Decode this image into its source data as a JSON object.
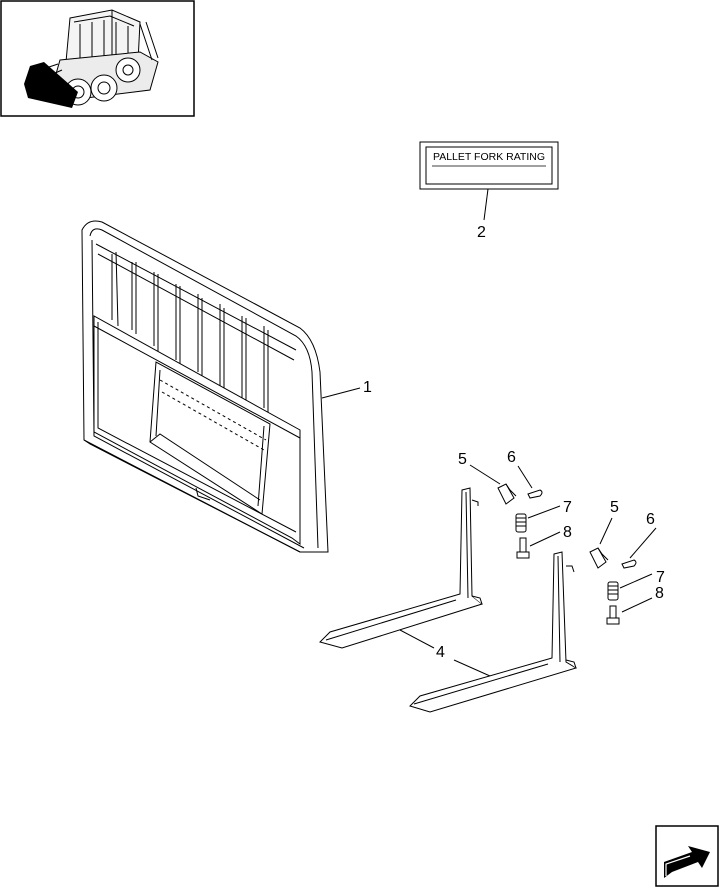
{
  "diagram": {
    "decal": {
      "text": "PALLET FORK RATING"
    },
    "callouts": {
      "frame": "1",
      "decal": "2",
      "forks": "4",
      "lock_a": "5",
      "pin_a": "6",
      "spring_a": "7",
      "bolt_a": "8",
      "lock_b": "5",
      "pin_b": "6",
      "spring_b": "7",
      "bolt_b": "8"
    }
  },
  "thumbnail": {
    "icon": "skid-steer-loader-icon"
  },
  "nav": {
    "icon": "next-page-arrow-icon"
  }
}
